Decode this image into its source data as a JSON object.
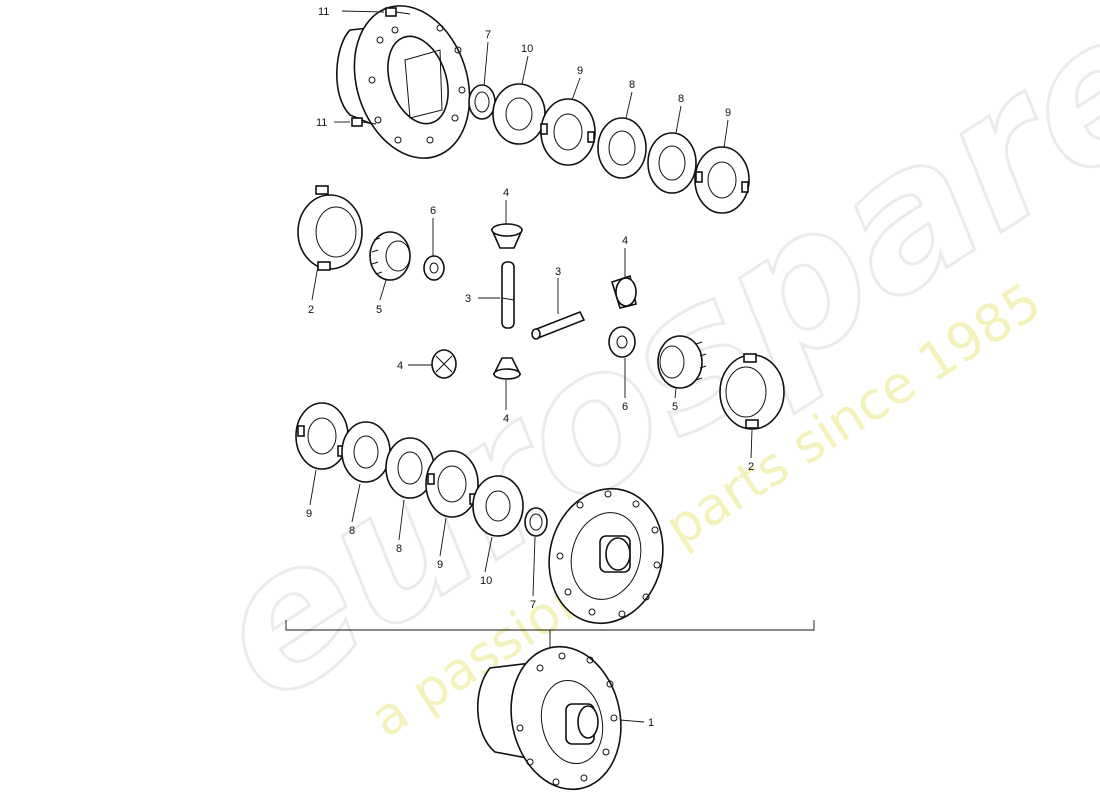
{
  "watermark": {
    "brand": "eurospares",
    "tagline": "a passion for parts since 1985",
    "brand_color": "#e6e6e6",
    "tagline_color": "#f3f0b4"
  },
  "callouts": {
    "c1": "1",
    "c2a": "2",
    "c2b": "2",
    "c3a": "3",
    "c3b": "3",
    "c4a": "4",
    "c4b": "4",
    "c4c": "4",
    "c4d": "4",
    "c5a": "5",
    "c5b": "5",
    "c6a": "6",
    "c6b": "6",
    "c7a": "7",
    "c7b": "7",
    "c8a": "8",
    "c8b": "8",
    "c8c": "8",
    "c8d": "8",
    "c9a": "9",
    "c9b": "9",
    "c9c": "9",
    "c9d": "9",
    "c10a": "10",
    "c10b": "10",
    "c11a": "11",
    "c11b": "11"
  }
}
